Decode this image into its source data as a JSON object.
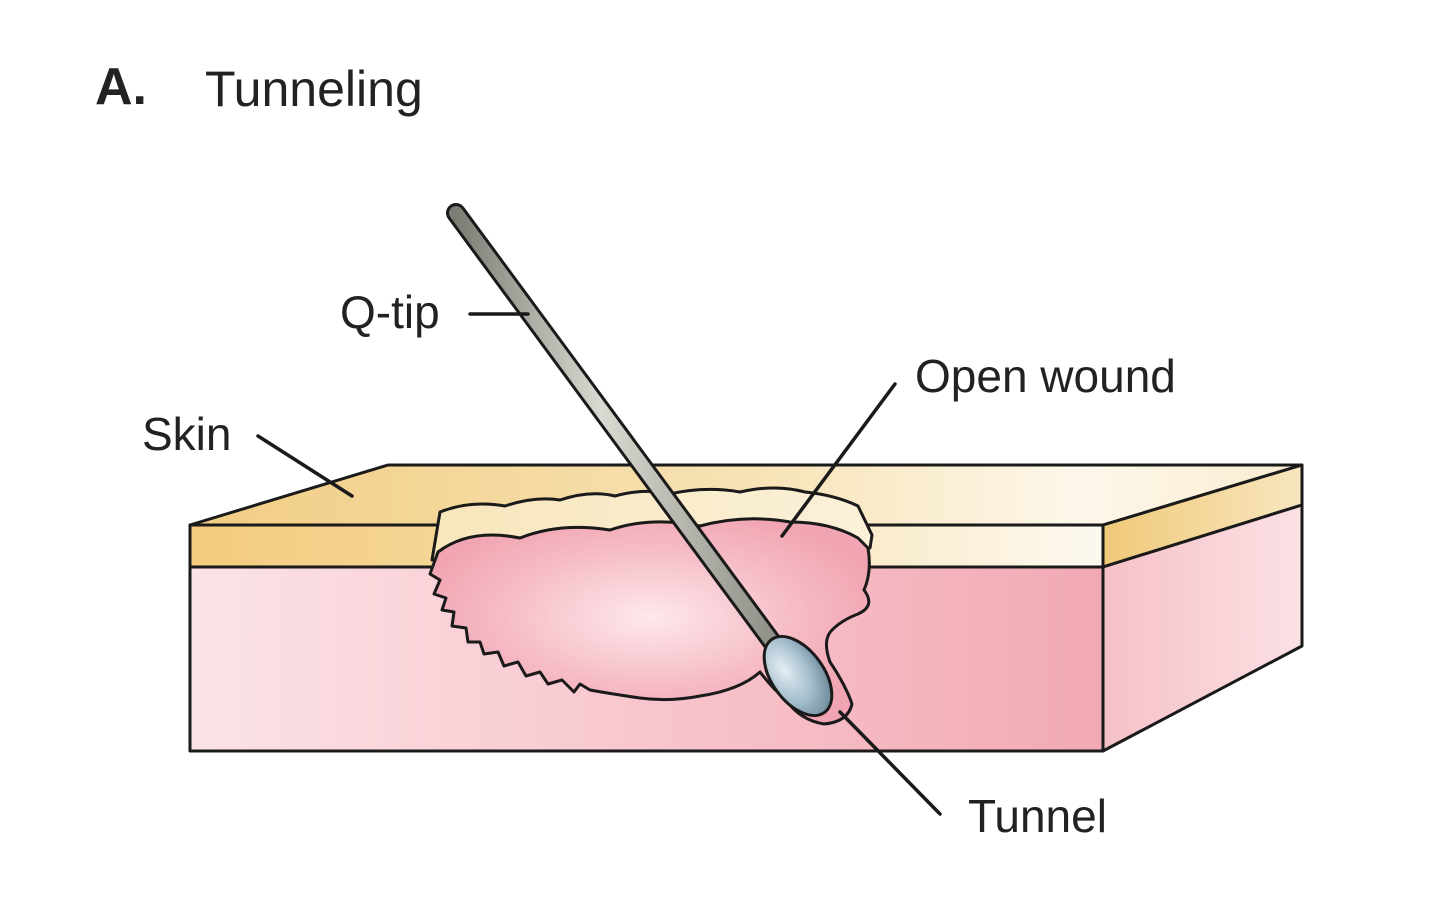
{
  "figure": {
    "panel_letter": "A.",
    "title": "Tunneling"
  },
  "labels": {
    "qtip": "Q-tip",
    "open_wound": "Open wound",
    "skin": "Skin",
    "tunnel": "Tunnel"
  },
  "colors": {
    "skin_surface": "#f3d089",
    "skin_highlight": "#fbf3df",
    "tissue_front": "#f7c3cb",
    "tissue_dark": "#f2a9b4",
    "tissue_light": "#fbe3e6",
    "wound_bed": "#f4aeb9",
    "qtip_stick": "#9b9b92",
    "qtip_swab": "#8fa9ba",
    "outline": "#1a1a1a"
  }
}
